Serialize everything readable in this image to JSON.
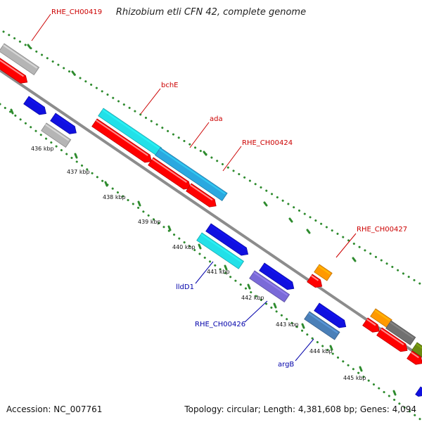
{
  "title": "Rhizobium etli CFN 42, complete genome",
  "footer": {
    "accession": "Accession: NC_007761",
    "summary": "Topology: circular; Length: 4,381,608 bp; Genes: 4,094"
  },
  "colors": {
    "background": "#ffffff",
    "backbone": "#8c8c8c",
    "tick_dots": "#2e8b2e",
    "label_forward": "#cc0000",
    "label_reverse": "#0000aa",
    "gene_red": "#ff0000",
    "gene_gray": "#b5b5b5",
    "gene_cyan": "#22e0e8",
    "gene_skyblue": "#2aa8e0",
    "gene_teal": "#20c0c8",
    "gene_blue": "#1010e0",
    "gene_lavender": "#7a6ad8",
    "gene_steel": "#4a7fb8",
    "gene_orange": "#ff9900",
    "gene_darkgray": "#707070",
    "gene_olive": "#6a8a10"
  },
  "tick_labels": [
    "436 kbp",
    "437 kbp",
    "438 kbp",
    "439 kbp",
    "440 kbp",
    "441 kbp",
    "442 kbp",
    "443 kbp",
    "444 kbp",
    "445 kbp"
  ],
  "labels_forward": [
    "RHE_CH00419",
    "bchE",
    "ada",
    "RHE_CH00424",
    "RHE_CH00427"
  ],
  "labels_reverse": [
    "lldD1",
    "RHE_CH00426",
    "argB"
  ]
}
